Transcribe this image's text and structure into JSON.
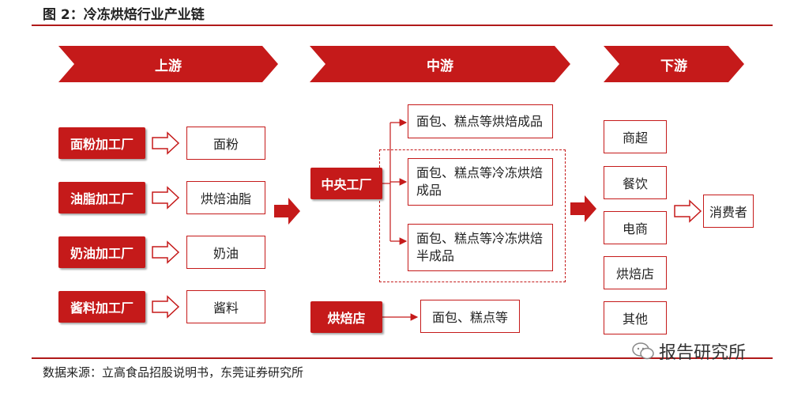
{
  "title": "图 2：冷冻烘焙行业产业链",
  "source": "数据来源：立高食品招股说明书，东莞证券研究所",
  "watermark": "报告研究所",
  "stages": {
    "upstream": "上游",
    "midstream": "中游",
    "downstream": "下游"
  },
  "upstream": [
    {
      "factory": "面粉加工厂",
      "product": "面粉"
    },
    {
      "factory": "油脂加工厂",
      "product": "烘焙油脂"
    },
    {
      "factory": "奶油加工厂",
      "product": "奶油"
    },
    {
      "factory": "酱料加工厂",
      "product": "酱料"
    }
  ],
  "midstream": {
    "central_factory": "中央工厂",
    "central_products": [
      "面包、糕点等烘焙成品",
      "面包、糕点等冷冻烘焙成品",
      "面包、糕点等冷冻烘焙半成品"
    ],
    "bakery": "烘焙店",
    "bakery_product": "面包、糕点等"
  },
  "downstream": {
    "channels": [
      "商超",
      "餐饮",
      "电商",
      "烘焙店",
      "其他"
    ],
    "consumer": "消费者"
  },
  "colors": {
    "accent": "#c51a1a",
    "rule": "#b01a1a"
  }
}
